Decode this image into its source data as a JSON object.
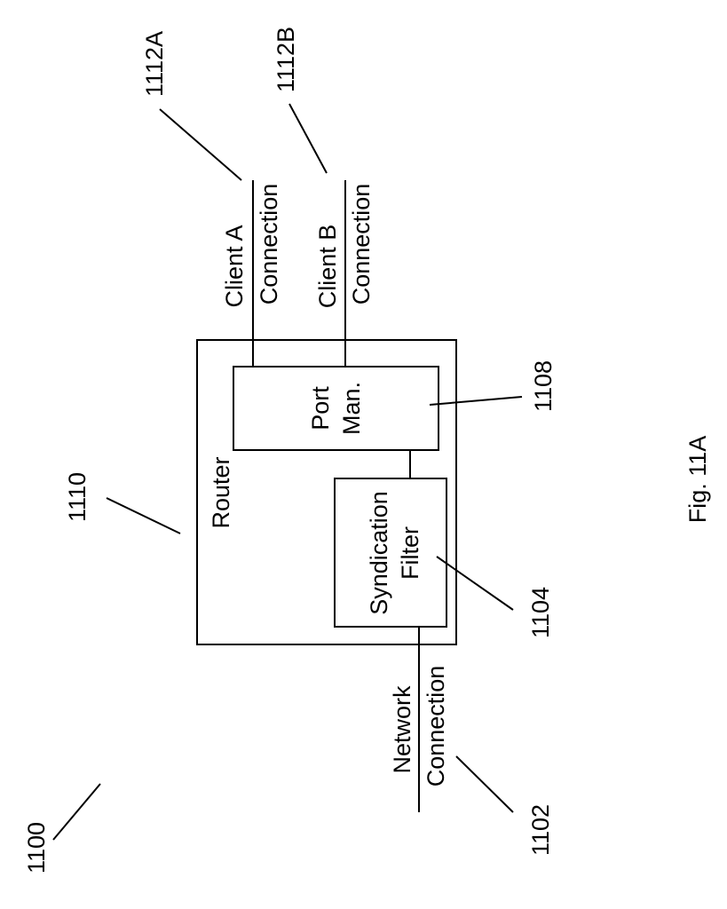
{
  "figure": {
    "caption": "Fig. 11A",
    "references": {
      "system": "1100",
      "network_connection": "1102",
      "syndication_filter": "1104",
      "port_manager": "1108",
      "router": "1110",
      "client_a": "1112A",
      "client_b": "1112B"
    },
    "router": {
      "label": "Router"
    },
    "port_manager": {
      "line1": "Port",
      "line2": "Man."
    },
    "syndication_filter": {
      "line1": "Syndication",
      "line2": "Filter"
    },
    "client_a_connection": {
      "line1": "Client A",
      "line2": "Connection"
    },
    "client_b_connection": {
      "line1": "Client B",
      "line2": "Connection"
    },
    "network_connection": {
      "line1": "Network",
      "line2": "Connection"
    }
  }
}
